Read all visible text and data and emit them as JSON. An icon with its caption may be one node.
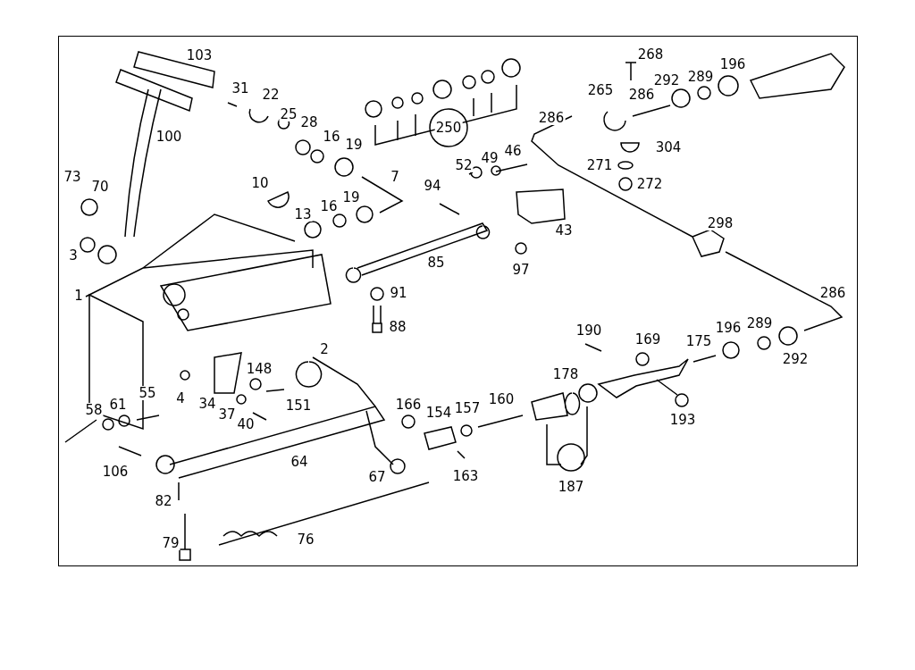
{
  "diagram": {
    "labels": [
      "268",
      "103",
      "196",
      "31",
      "22",
      "292",
      "289",
      "265",
      "286",
      "25",
      "28",
      "16",
      "19",
      "286",
      "250",
      "100",
      "304",
      "46",
      "52",
      "49",
      "271",
      "7",
      "73",
      "70",
      "272",
      "10",
      "94",
      "16",
      "19",
      "13",
      "43",
      "298",
      "3",
      "85",
      "97",
      "1",
      "91",
      "286",
      "88",
      "190",
      "196",
      "289",
      "169",
      "175",
      "2",
      "292",
      "148",
      "178",
      "166",
      "157",
      "4",
      "55",
      "160",
      "154",
      "34",
      "37",
      "151",
      "61",
      "58",
      "193",
      "40",
      "64",
      "106",
      "67",
      "163",
      "187",
      "82",
      "76",
      "79"
    ]
  }
}
